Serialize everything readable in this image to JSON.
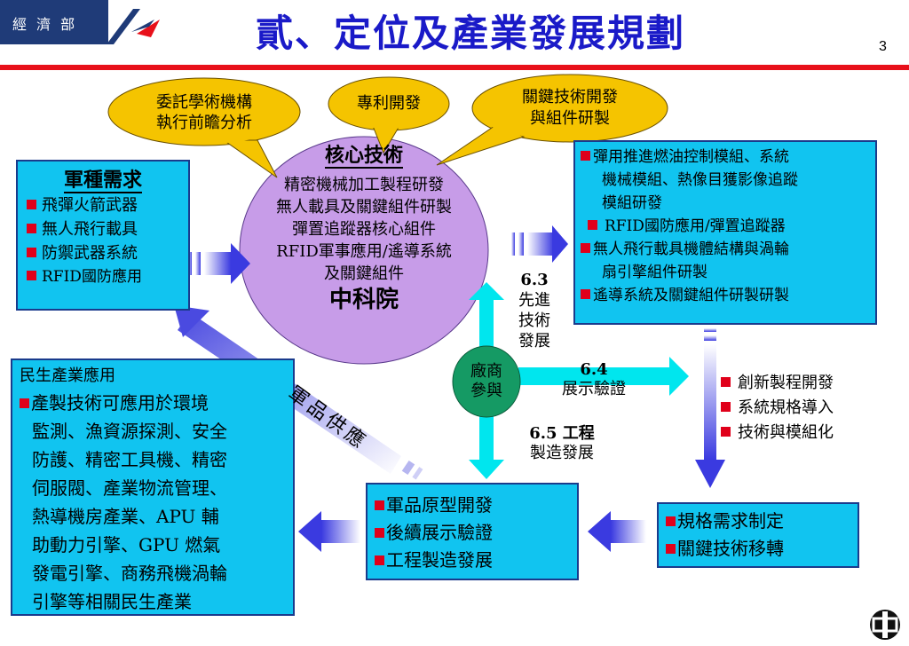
{
  "header": {
    "org": "經 濟 部",
    "title": "貳、定位及產業發展規劃",
    "page_number": "3"
  },
  "callouts": {
    "a": [
      "委託學術機構",
      "執行前瞻分析"
    ],
    "b": "專利開發",
    "c": [
      "關鍵技術開發",
      "與組件研製"
    ]
  },
  "core": {
    "title": "核心技術",
    "items": [
      "精密機械加工製程研發",
      "無人載具及關鍵組件研製",
      "彈置追蹤器核心組件",
      "RFID軍事應用/遙導系統",
      "及關鍵組件"
    ],
    "org": "中科院"
  },
  "military_demand": {
    "title": "軍種需求",
    "items": [
      "飛彈火箭武器",
      "無人飛行載具",
      "防禦武器系統",
      "RFID國防應用"
    ]
  },
  "right_top": {
    "items": [
      [
        "彈用推進燃油控制模組、系統",
        "機械模組、熱像目獲影像追蹤",
        "模組研發"
      ],
      [
        "RFID國防應用/彈置追蹤器"
      ],
      [
        "無人飛行載具機體結構與渦輪",
        "扇引擎組件研製"
      ],
      [
        "遙導系統及關鍵組件研製研製"
      ]
    ]
  },
  "civil": {
    "title": "民生產業應用",
    "lines": [
      "產製技術可應用於環境",
      "監測、漁資源探測、安全",
      "防護、精密工具機、精密",
      "伺服閥、產業物流管理、",
      "熱導機房產業、APU 輔",
      "助動力引擎、GPU 燃氣",
      "發電引擎、商務飛機渦輪",
      "引擎等相關民生產業"
    ]
  },
  "industry": {
    "label": [
      "廠商",
      "參與"
    ]
  },
  "labels": {
    "military_supply": "軍品供應",
    "l63": [
      "6.3",
      "先進",
      "技術",
      "發展"
    ],
    "l64": [
      "6.4",
      "展示驗證"
    ],
    "l65": [
      "6.5 工程",
      "製造發展"
    ]
  },
  "middle_right": {
    "items": [
      "創新製程開發",
      "系統規格導入",
      "技術與模組化"
    ]
  },
  "bottom_center": {
    "items": [
      "軍品原型開發",
      "後續展示驗證",
      "工程製造發展"
    ]
  },
  "bottom_right": {
    "items": [
      "規格需求制定",
      "關鍵技術移轉"
    ]
  },
  "colors": {
    "box": "#11c4f0",
    "callout": "#f5c400",
    "core": "#c79ce8",
    "industry": "#159a64",
    "title": "#1a1ac8",
    "bullet": "#e0001a"
  }
}
